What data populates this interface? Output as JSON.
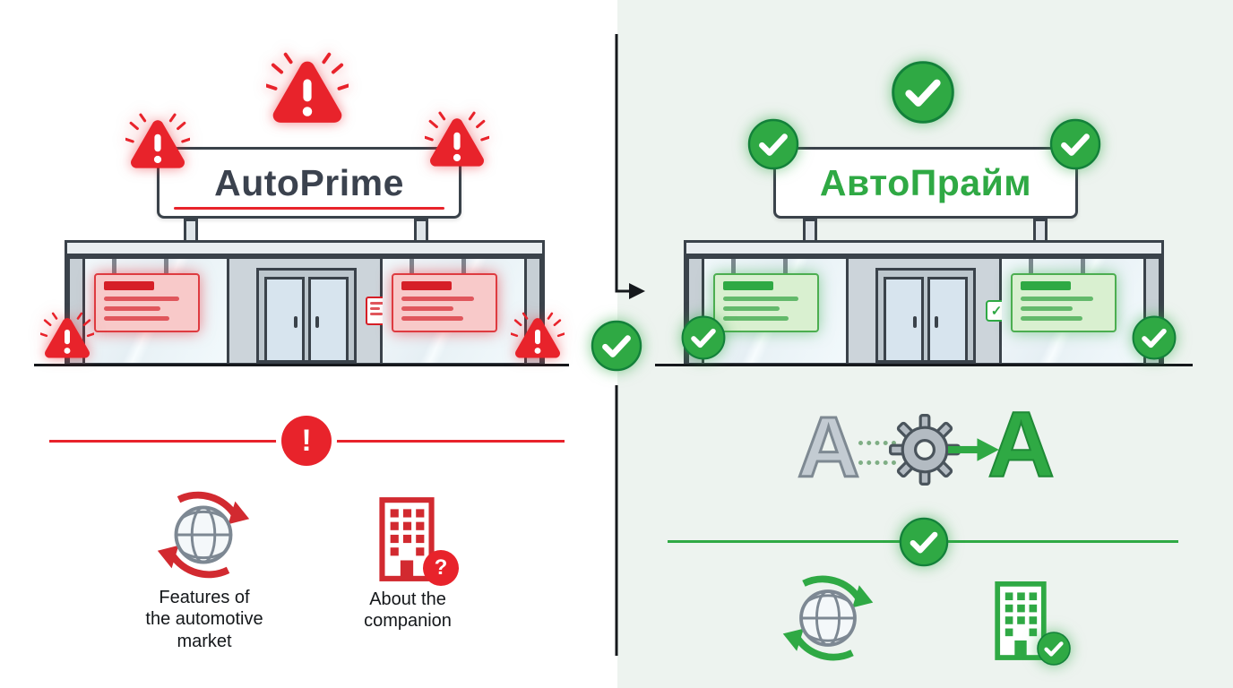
{
  "colors": {
    "left_accent": "#e8232b",
    "right_accent": "#2fa944",
    "outline": "#3a424a",
    "right_bg": "#edf3ef",
    "sign_text": "#3b424e"
  },
  "left": {
    "sign_title": "AutoPrime",
    "exclamation_mark": "!",
    "question_mark": "?",
    "captions": {
      "features": "Features of\nthe automotive\nmarket",
      "about": "About the\ncompanion"
    }
  },
  "right": {
    "sign_title": "АвтоПрайм",
    "letter_before": "A",
    "letter_after": "A",
    "door_badge_check": "✓"
  },
  "icons": {
    "warning-triangle-icon": "⚠",
    "check-circle-icon": "✔",
    "globe-exchange-icon": "🌐",
    "building-icon": "🏢",
    "gear-icon": "⚙",
    "arrow-right-icon": "→",
    "exclamation-circle-icon": "!"
  }
}
